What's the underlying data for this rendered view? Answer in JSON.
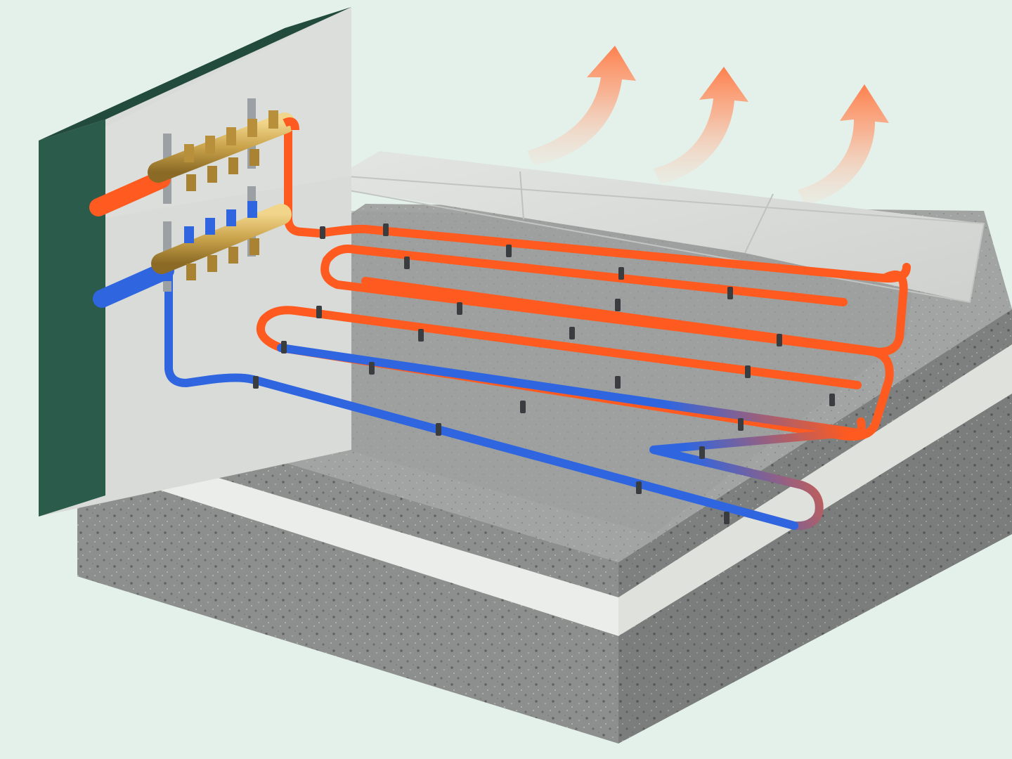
{
  "diagram": {
    "subject": "underfloor-heating-cutaway",
    "text_labels": []
  },
  "colors": {
    "background": "#e4f1ea",
    "wall_green": "#2b5b4b",
    "wall_plaster": "#d9dbd8",
    "concrete": "#8d8f8e",
    "screed": "#a3a5a4",
    "insulation": "#e9ebe7",
    "tile": "#d6d8d6",
    "supply_pipe": "#ff5a1f",
    "return_pipe": "#2f66e0",
    "manifold_brass": "#c9a24a",
    "heat_arrow": "#ff8a5c",
    "clip": "#3a3d40"
  },
  "components": {
    "manifold": [
      "supply-manifold",
      "return-manifold"
    ],
    "pipes": [
      "supply-pipe",
      "return-pipe",
      "heating-loop"
    ],
    "layers": [
      "concrete-base",
      "insulation-layer",
      "screed-layer",
      "floor-tiles"
    ],
    "effects": [
      "heat-arrow",
      "heat-arrow",
      "heat-arrow"
    ]
  },
  "icons": [
    "heat-arrow-icon",
    "valve-icon"
  ]
}
